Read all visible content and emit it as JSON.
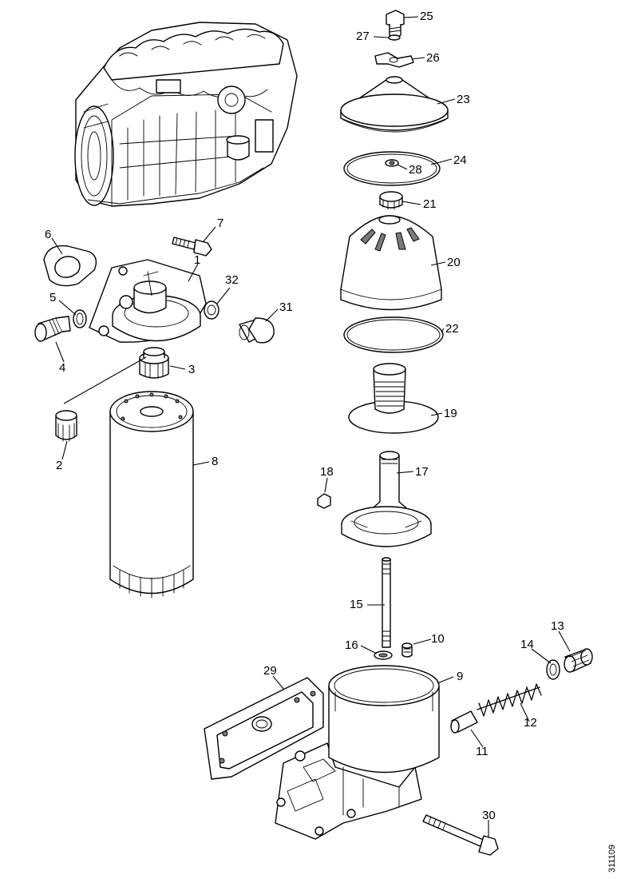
{
  "figure": {
    "document_id": "311109",
    "callouts": [
      {
        "id": "c1",
        "label": "1"
      },
      {
        "id": "c2",
        "label": "2"
      },
      {
        "id": "c3",
        "label": "3"
      },
      {
        "id": "c4",
        "label": "4"
      },
      {
        "id": "c5",
        "label": "5"
      },
      {
        "id": "c6",
        "label": "6"
      },
      {
        "id": "c7",
        "label": "7"
      },
      {
        "id": "c8",
        "label": "8"
      },
      {
        "id": "c9",
        "label": "9"
      },
      {
        "id": "c10",
        "label": "10"
      },
      {
        "id": "c11",
        "label": "11"
      },
      {
        "id": "c12",
        "label": "12"
      },
      {
        "id": "c13",
        "label": "13"
      },
      {
        "id": "c14",
        "label": "14"
      },
      {
        "id": "c15",
        "label": "15"
      },
      {
        "id": "c16",
        "label": "16"
      },
      {
        "id": "c17",
        "label": "17"
      },
      {
        "id": "c18",
        "label": "18"
      },
      {
        "id": "c19",
        "label": "19"
      },
      {
        "id": "c20",
        "label": "20"
      },
      {
        "id": "c21",
        "label": "21"
      },
      {
        "id": "c22",
        "label": "22"
      },
      {
        "id": "c23",
        "label": "23"
      },
      {
        "id": "c24",
        "label": "24"
      },
      {
        "id": "c25",
        "label": "25"
      },
      {
        "id": "c26",
        "label": "26"
      },
      {
        "id": "c27",
        "label": "27"
      },
      {
        "id": "c28",
        "label": "28"
      },
      {
        "id": "c29",
        "label": "29"
      },
      {
        "id": "c30",
        "label": "30"
      },
      {
        "id": "c31",
        "label": "31"
      },
      {
        "id": "c32",
        "label": "32"
      }
    ]
  }
}
